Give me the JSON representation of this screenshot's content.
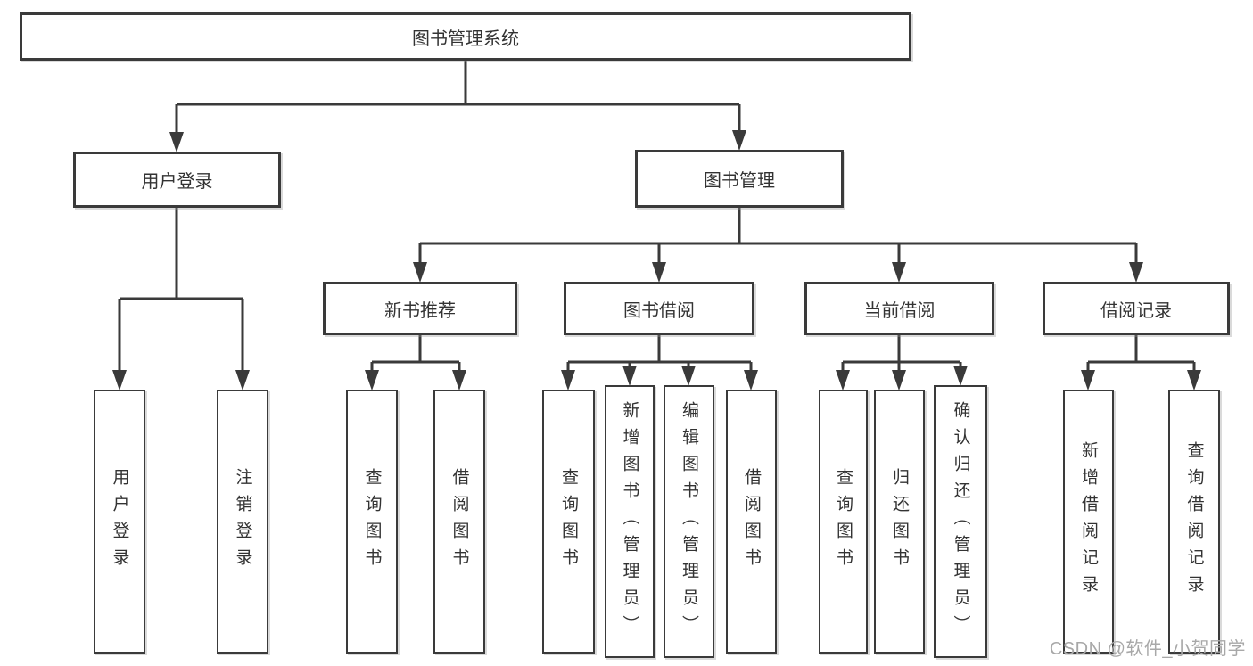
{
  "tree": {
    "label": "图书管理系统",
    "children": [
      {
        "label": "用户登录",
        "children": [
          {
            "label": "用户登录"
          },
          {
            "label": "注销登录"
          }
        ]
      },
      {
        "label": "图书管理",
        "children": [
          {
            "label": "新书推荐",
            "children": [
              {
                "label": "查询图书"
              },
              {
                "label": "借阅图书"
              }
            ]
          },
          {
            "label": "图书借阅",
            "children": [
              {
                "label": "查询图书"
              },
              {
                "label": "新增图书（管理员）"
              },
              {
                "label": "编辑图书（管理员）"
              },
              {
                "label": "借阅图书"
              }
            ]
          },
          {
            "label": "当前借阅",
            "children": [
              {
                "label": "查询图书"
              },
              {
                "label": "归还图书"
              },
              {
                "label": "确认归还（管理员）"
              }
            ]
          },
          {
            "label": "借阅记录",
            "children": [
              {
                "label": "新增借阅记录"
              },
              {
                "label": "查询借阅记录"
              }
            ]
          }
        ]
      }
    ]
  },
  "watermark": "CSDN @软件_小贺同学",
  "colors": {
    "line": "#3a3a3a",
    "box_border": "#3a3a3a",
    "text": "#333333",
    "watermark": "#a8a8a8",
    "background": "#ffffff"
  }
}
